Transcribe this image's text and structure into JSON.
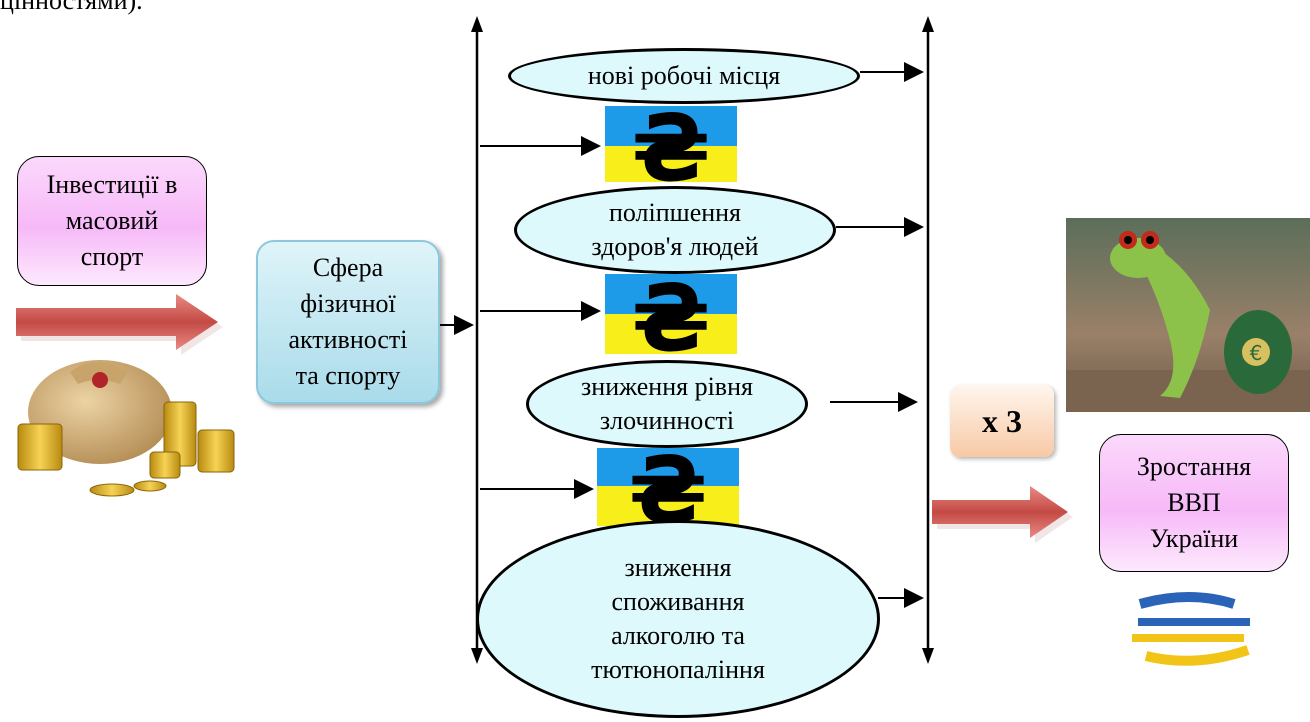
{
  "caption": "цінностями).",
  "investments_box": {
    "line1": "Інвестиції в",
    "line2": "масовий",
    "line3": "спорт"
  },
  "sphere_box": {
    "line1": "Сфера",
    "line2": "фізичної",
    "line3": "активності",
    "line4": "та спорту"
  },
  "effects": [
    {
      "line1": "нові робочі місця"
    },
    {
      "line1": "поліпшення",
      "line2": "здоров'я людей"
    },
    {
      "line1": "зниження рівня",
      "line2": "злочинності"
    },
    {
      "line1": "зниження",
      "line2": "споживання",
      "line3": "алкоголю та",
      "line4": "тютюнопаління"
    }
  ],
  "multiplier": "х 3",
  "result_box": {
    "line1": "Зростання",
    "line2": "ВВП",
    "line3": "України"
  },
  "icons": [
    "money-bag-icon",
    "hryvnia-flag-icon",
    "frog-with-euro-bag-icon",
    "hryvnia-sign-icon"
  ],
  "colors": {
    "flag_blue": "#1e9be8",
    "flag_yellow": "#f7ee1a",
    "arrow_red": "#c9504c",
    "pink_box": "#f6b9f8",
    "blue_box": "#a9dbea",
    "ellipse_fill": "#ddf9fb"
  }
}
